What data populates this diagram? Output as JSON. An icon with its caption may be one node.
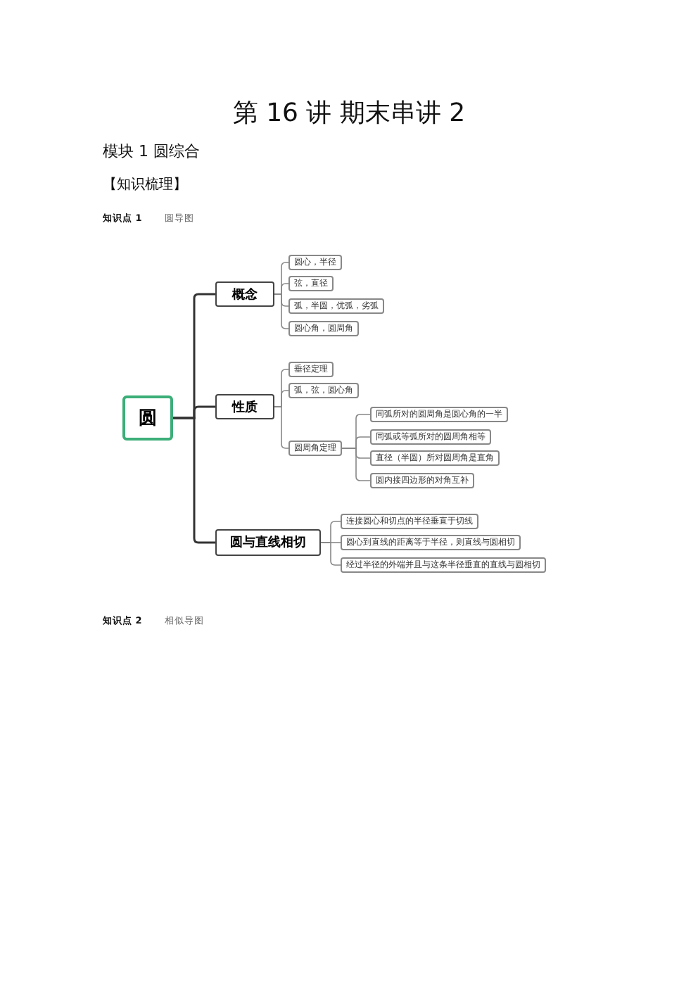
{
  "diagram": {
    "title": "第 16 讲  期末串讲 2",
    "nodes": [
      {
        "text": [
          "圆"
        ]
      },
      {
        "text": [
          "概念"
        ]
      },
      {
        "text": [
          "性质"
        ]
      },
      {
        "text": [
          "圆与直线相切"
        ]
      },
      {
        "text": [
          "圆心，半径"
        ]
      },
      {
        "text": [
          "弦，直径"
        ]
      },
      {
        "text": [
          "弧，半圆，优弧，劣弧"
        ]
      },
      {
        "text": [
          "圆心角，圆周角"
        ]
      },
      {
        "text": [
          "垂径定理"
        ]
      },
      {
        "text": [
          "弧，弦，圆心角"
        ]
      },
      {
        "text": [
          "圆周角定理"
        ]
      },
      {
        "text": [
          "同弧所对的圆周角是圆心角的一半"
        ]
      },
      {
        "text": [
          "同弧或等弧所对的圆周角相等"
        ]
      },
      {
        "text": [
          "直径（半圆）所对圆周角是直角"
        ]
      },
      {
        "text": [
          "圆内接四边形的对角互补"
        ]
      },
      {
        "text": [
          "连接圆心和切点的半径垂直于切线"
        ]
      },
      {
        "text": [
          "圆心到直线的距离等于半径，则直线与圆相切"
        ]
      },
      {
        "text": [
          "经过半径的外端并且与这条半径垂直的直线与圆相切"
        ]
      }
    ],
    "edges": [
      {
        "from": 0,
        "to": 1,
        "arrow": "none"
      },
      {
        "from": 0,
        "to": 2,
        "arrow": "none"
      },
      {
        "from": 0,
        "to": 3,
        "arrow": "none"
      },
      {
        "from": 1,
        "to": 4,
        "arrow": "none"
      },
      {
        "from": 1,
        "to": 5,
        "arrow": "none"
      },
      {
        "from": 1,
        "to": 6,
        "arrow": "none"
      },
      {
        "from": 1,
        "to": 7,
        "arrow": "none"
      },
      {
        "from": 2,
        "to": 8,
        "arrow": "none"
      },
      {
        "from": 2,
        "to": 9,
        "arrow": "none"
      },
      {
        "from": 2,
        "to": 10,
        "arrow": "none"
      },
      {
        "from": 10,
        "to": 11,
        "arrow": "none"
      },
      {
        "from": 10,
        "to": 12,
        "arrow": "none"
      },
      {
        "from": 10,
        "to": 13,
        "arrow": "none"
      },
      {
        "from": 10,
        "to": 14,
        "arrow": "none"
      },
      {
        "from": 3,
        "to": 15,
        "arrow": "none"
      },
      {
        "from": 3,
        "to": 16,
        "arrow": "none"
      },
      {
        "from": 3,
        "to": 17,
        "arrow": "none"
      }
    ],
    "labels": [
      "模块 1  圆综合",
      "【知识梳理】",
      "知识点 1",
      "圆导图",
      "知识点 2",
      "相似导图"
    ]
  }
}
